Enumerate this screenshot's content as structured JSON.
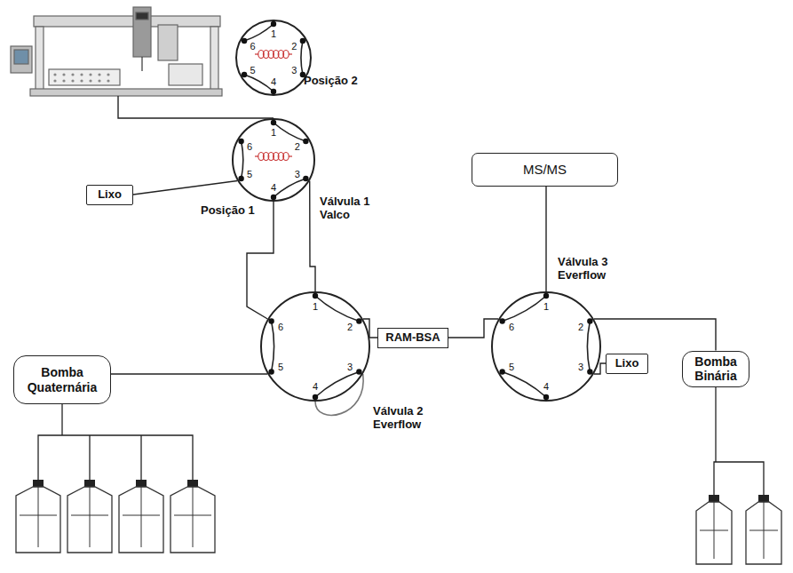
{
  "diagram": {
    "nodes": [
      {
        "text": [
          "1",
          "2",
          "3",
          "4",
          "5",
          "6",
          "Posição 2"
        ]
      },
      {
        "text": [
          "1",
          "2",
          "3",
          "4",
          "5",
          "6",
          "Posição 1",
          "Válvula 1 Valco"
        ]
      },
      {
        "text": [
          "1",
          "2",
          "3",
          "4",
          "5",
          "6",
          "Válvula 2 Everflow"
        ]
      },
      {
        "text": [
          "1",
          "2",
          "3",
          "4",
          "5",
          "6",
          "Válvula 3 Everflow"
        ]
      },
      {
        "text": [
          "Lixo"
        ]
      },
      {
        "text": [
          "Bomba Quaternária"
        ]
      },
      {
        "text": [
          "RAM-BSA"
        ]
      },
      {
        "text": [
          "MS/MS"
        ]
      },
      {
        "text": [
          "Lixo"
        ]
      },
      {
        "text": [
          "Bomba Binária"
        ]
      }
    ],
    "edges": [
      {
        "from": 4,
        "to": 1,
        "arrow": "none"
      },
      {
        "from": 1,
        "to": 2,
        "arrow": "none"
      },
      {
        "from": 1,
        "to": 2,
        "arrow": "none"
      },
      {
        "from": 5,
        "to": 2,
        "arrow": "none"
      },
      {
        "from": 2,
        "to": 6,
        "arrow": "none"
      },
      {
        "from": 6,
        "to": 3,
        "arrow": "none"
      },
      {
        "from": 3,
        "to": 7,
        "arrow": "none"
      },
      {
        "from": 3,
        "to": 8,
        "arrow": "none"
      },
      {
        "from": 3,
        "to": 9,
        "arrow": "none"
      }
    ]
  }
}
